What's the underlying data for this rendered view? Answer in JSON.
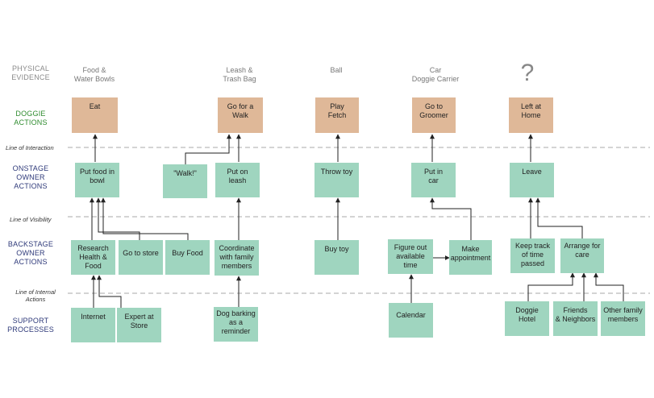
{
  "colors": {
    "doggie_box": "#dfb898",
    "owner_box": "#9fd5bf",
    "physical_label": "#8a8a8a",
    "doggie_label": "#2e8b2e",
    "owner_label": "#2f3a7a",
    "dashed_line": "#aaaaaa"
  },
  "row_labels": {
    "physical": "PHYSICAL\nEVIDENCE",
    "doggie": "DOGGIE\nACTIONS",
    "onstage": "ONSTAGE\nOWNER\nACTIONS",
    "backstage": "BACKSTAGE\nOWNER\nACTIONS",
    "support": "SUPPORT\nPROCESSES"
  },
  "dividers": {
    "interaction": "Line of Interaction",
    "visibility": "Line of Visibility",
    "internal": "Line of Internal\nActions"
  },
  "evidence": {
    "bowls": "Food &\nWater Bowls",
    "leash": "Leash &\nTrash Bag",
    "ball": "Ball",
    "car": "Car\nDoggie Carrier",
    "unknown": "?"
  },
  "boxes": {
    "eat": "Eat",
    "walk": "Go for a\nWalk",
    "fetch": "Play\nFetch",
    "groomer": "Go to\nGroomer",
    "left_home": "Left at\nHome",
    "put_food": "Put food in\nbowl",
    "walk_call": "\"Walk!\"",
    "put_leash": "Put on\nleash",
    "throw_toy": "Throw toy",
    "put_car": "Put in\ncar",
    "leave": "Leave",
    "research": "Research\nHealth &\nFood",
    "go_store": "Go to store",
    "buy_food": "Buy Food",
    "coordinate": "Coordinate\nwith family\nmembers",
    "buy_toy": "Buy toy",
    "figure_time": "Figure out\navailable\ntime",
    "appointment": "Make\nappointment",
    "track_time": "Keep track\nof time\npassed",
    "arrange_care": "Arrange for\ncare",
    "internet": "Internet",
    "expert": "Expert at\nStore",
    "barking": "Dog barking\nas a\nreminder",
    "calendar": "Calendar",
    "doggie_hotel": "Doggie\nHotel",
    "friends": "Friends\n& Neighbors",
    "family": "Other family\nmembers"
  }
}
